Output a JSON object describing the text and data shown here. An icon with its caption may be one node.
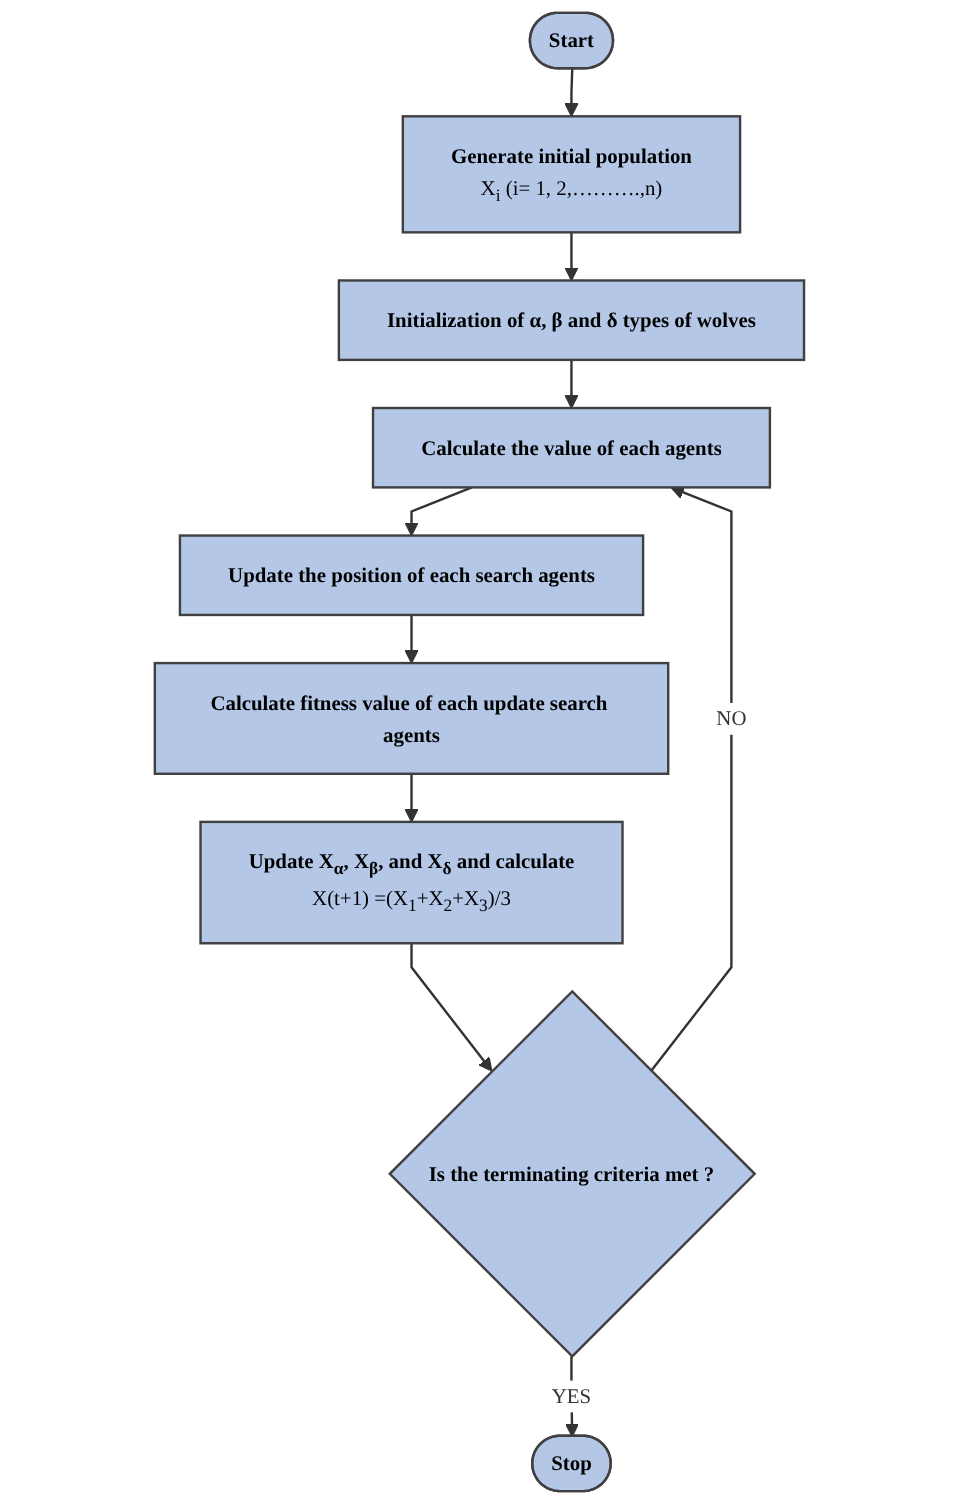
{
  "diagram": {
    "nodes": [
      {
        "text": [
          "Start"
        ]
      },
      {
        "text": [
          "Generate initial population",
          "X$_{i}$ (i= 1, 2,……….,n)"
        ]
      },
      {
        "text": [
          "Initialization of α, β and δ types of wolves"
        ]
      },
      {
        "text": [
          "Calculate the value of each agents"
        ]
      },
      {
        "text": [
          "Update the position of each search agents"
        ]
      },
      {
        "text": [
          "Calculate fitness value of each update search agents"
        ]
      },
      {
        "text": [
          "Update X$_{α}$, X$_{β}$, and X$_{δ}$ and calculate",
          "X(t+1) =(X$_{1}$+X$_{2}$+X$_{3}$)/3"
        ]
      },
      {
        "text": [
          "Is the terminating criteria met ?"
        ]
      },
      {
        "text": [
          "Stop"
        ]
      }
    ],
    "edges": [
      {
        "from": 0,
        "to": 1,
        "arrow": "to"
      },
      {
        "from": 1,
        "to": 2,
        "arrow": "to"
      },
      {
        "from": 2,
        "to": 3,
        "arrow": "to"
      },
      {
        "from": 3,
        "to": 4,
        "arrow": "to"
      },
      {
        "from": 4,
        "to": 5,
        "arrow": "to"
      },
      {
        "from": 5,
        "to": 6,
        "arrow": "to"
      },
      {
        "from": 6,
        "to": 7,
        "arrow": "to"
      },
      {
        "from": 7,
        "to": 8,
        "arrow": "to",
        "label": "YES"
      },
      {
        "from": 7,
        "to": 3,
        "arrow": "to",
        "label": "NO"
      }
    ]
  }
}
